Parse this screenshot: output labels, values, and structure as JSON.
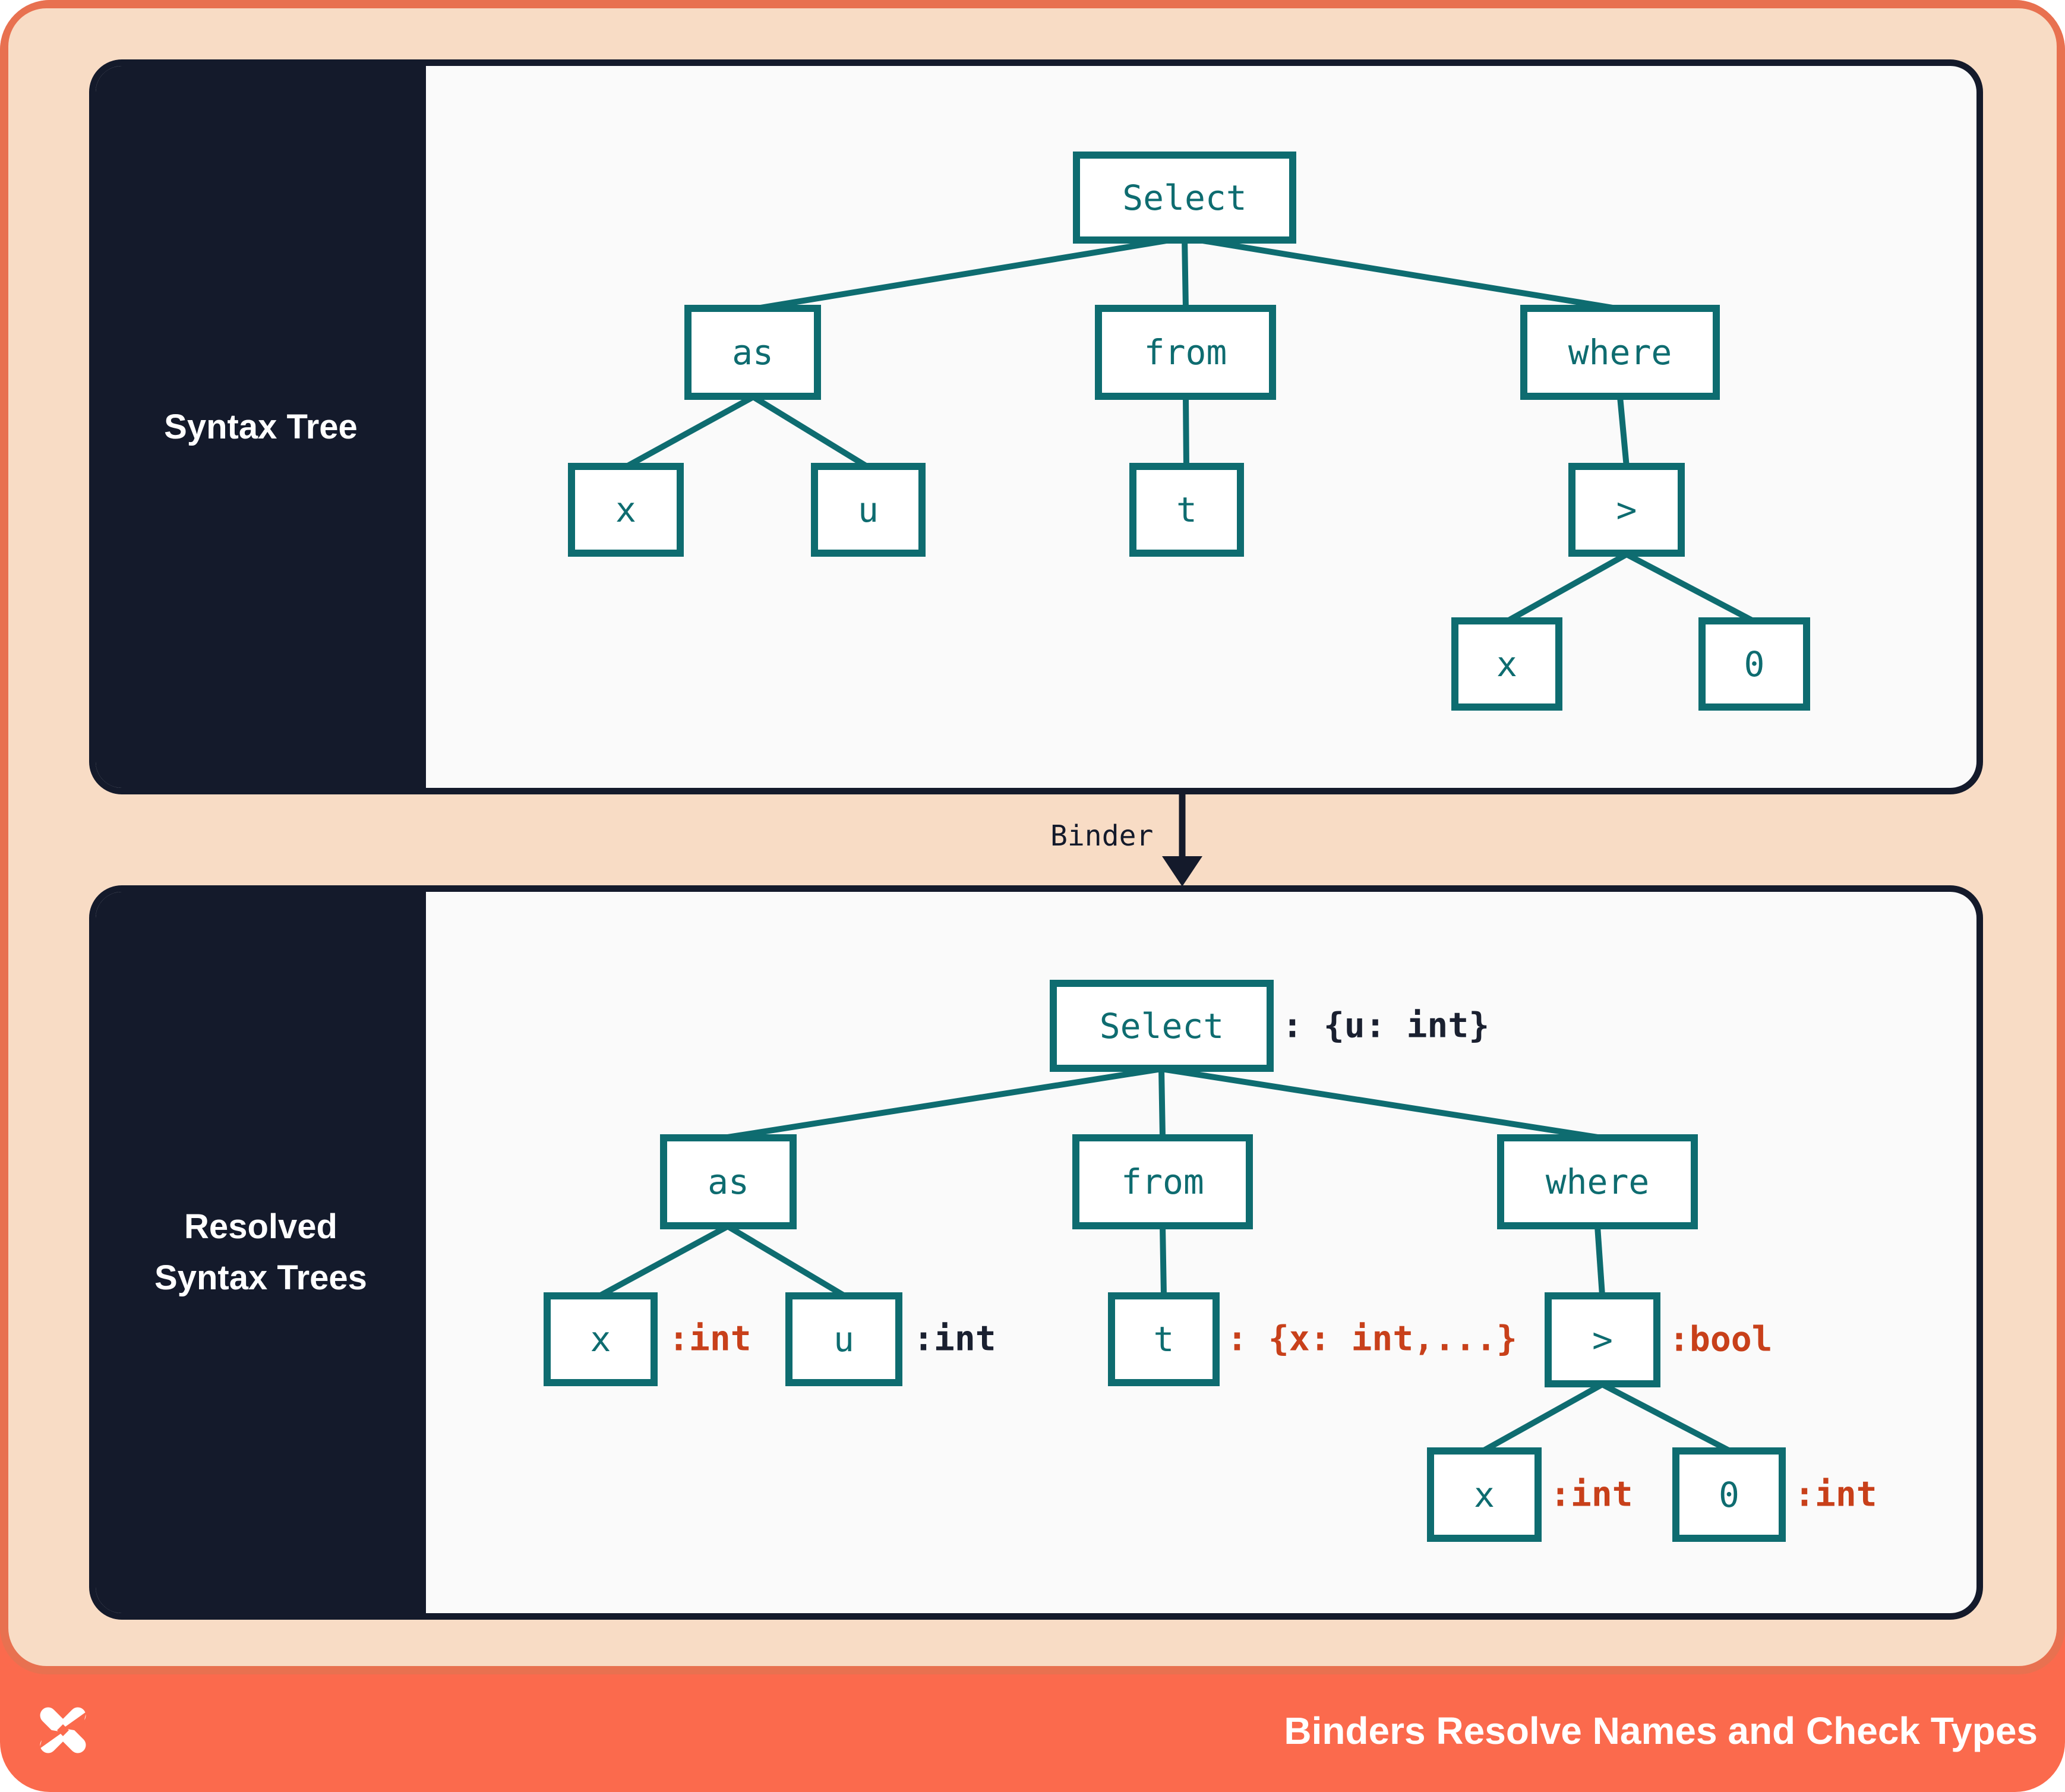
{
  "top_panel": {
    "title": "Syntax Tree"
  },
  "bottom_panel": {
    "title_line1": "Resolved",
    "title_line2": "Syntax Trees"
  },
  "binder": {
    "label": "Binder"
  },
  "top_tree": {
    "select": "Select",
    "as": "as",
    "from": "from",
    "where": "where",
    "x_left": "x",
    "u": "u",
    "t": "t",
    "gt": ">",
    "x_right": "x",
    "zero": "0"
  },
  "bottom_tree": {
    "select": {
      "label": "Select",
      "type": ": {u: int}"
    },
    "as": {
      "label": "as"
    },
    "from": {
      "label": "from"
    },
    "where": {
      "label": "where"
    },
    "x_left": {
      "label": "x",
      "type": ":int"
    },
    "u": {
      "label": "u",
      "type": ":int"
    },
    "t": {
      "label": "t",
      "type": ": {x: int,...}"
    },
    "gt": {
      "label": ">",
      "type": ":bool"
    },
    "x_right": {
      "label": "x",
      "type": ":int"
    },
    "zero": {
      "label": "0",
      "type": ":int"
    }
  },
  "footer": {
    "title": "Binders Resolve Names and Check Types",
    "logo": "dbt-logo"
  },
  "colors": {
    "teal": "#0e6c70",
    "red": "#c8401a",
    "navy": "#141a2b",
    "peach": "#f8dcc5",
    "salmon_rim": "#e87150",
    "orange": "#fb6a4d",
    "panel_bg": "#fafafa"
  }
}
